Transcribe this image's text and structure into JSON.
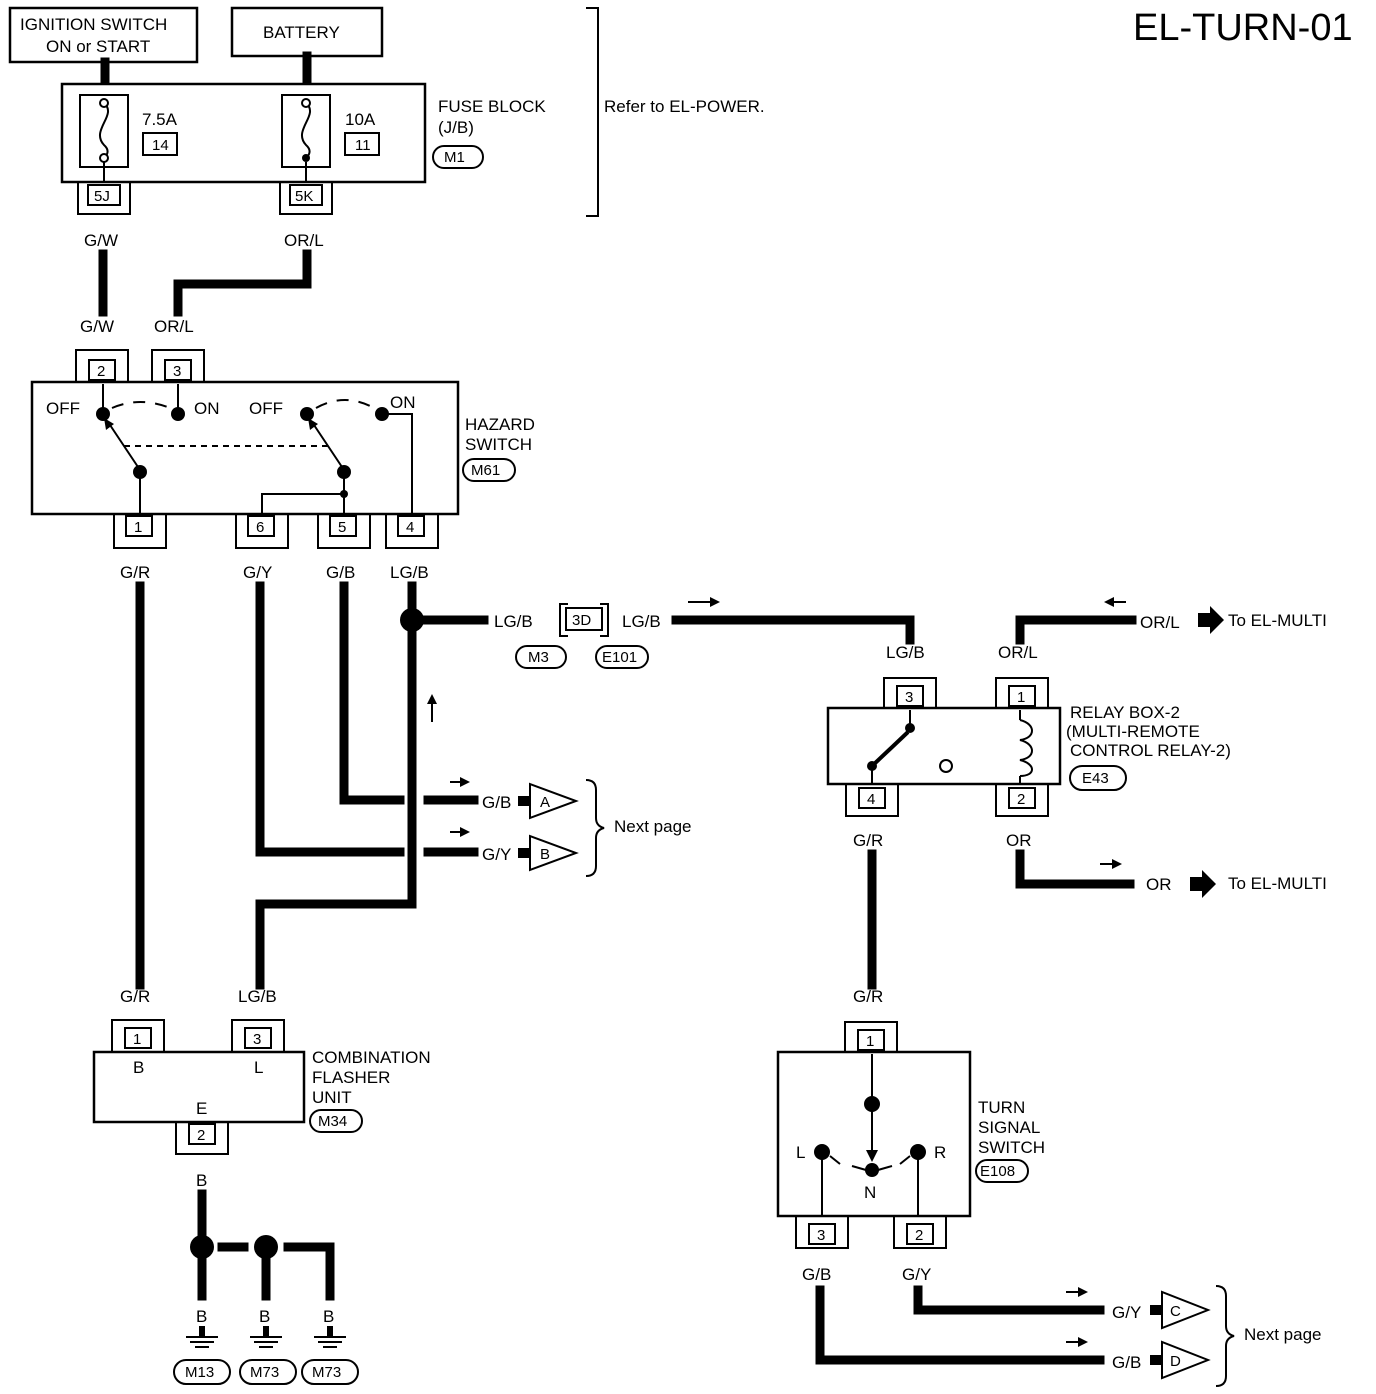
{
  "title": "EL-TURN-01",
  "sources": {
    "ignition": [
      "IGNITION SWITCH",
      "ON or START"
    ],
    "battery": "BATTERY"
  },
  "fuse_block": {
    "name": "FUSE BLOCK",
    "sub": "(J/B)",
    "connector": "M1",
    "fuse_ign": {
      "rating": "7.5A",
      "number": "14",
      "terminal": "5J"
    },
    "fuse_bat": {
      "rating": "10A",
      "number": "11",
      "terminal": "5K"
    },
    "note": "Refer to EL-POWER."
  },
  "wires": {
    "gw": "G/W",
    "orl": "OR/L",
    "gr": "G/R",
    "gy": "G/Y",
    "gb": "G/B",
    "lgb": "LG/B",
    "b": "B",
    "or": "OR"
  },
  "hazard_switch": {
    "name": [
      "HAZARD",
      "SWITCH"
    ],
    "connector": "M61",
    "pins": [
      "2",
      "3",
      "1",
      "6",
      "5",
      "4"
    ],
    "states": {
      "off": "OFF",
      "on": "ON"
    }
  },
  "inline_connector": {
    "pin": "3D",
    "left": "M3",
    "right": "E101"
  },
  "relay_box": {
    "name": [
      "RELAY BOX-2",
      "(MULTI-REMOTE",
      "CONTROL RELAY-2)"
    ],
    "connector": "E43",
    "pins": [
      "3",
      "1",
      "4",
      "2"
    ]
  },
  "to_multi": "To EL-MULTI",
  "next_page": "Next page",
  "off_page": {
    "a": "A",
    "b": "B",
    "c": "C",
    "d": "D"
  },
  "flasher": {
    "name": [
      "COMBINATION",
      "FLASHER",
      "UNIT"
    ],
    "connector": "M34",
    "pins": [
      "1",
      "3",
      "2"
    ],
    "terminals": [
      "B",
      "L",
      "E"
    ]
  },
  "turn_switch": {
    "name": [
      "TURN",
      "SIGNAL",
      "SWITCH"
    ],
    "connector": "E108",
    "pins": [
      "1",
      "3",
      "2"
    ],
    "positions": {
      "left": "L",
      "neutral": "N",
      "right": "R"
    }
  },
  "grounds": [
    "M13",
    "M73",
    "M73"
  ]
}
